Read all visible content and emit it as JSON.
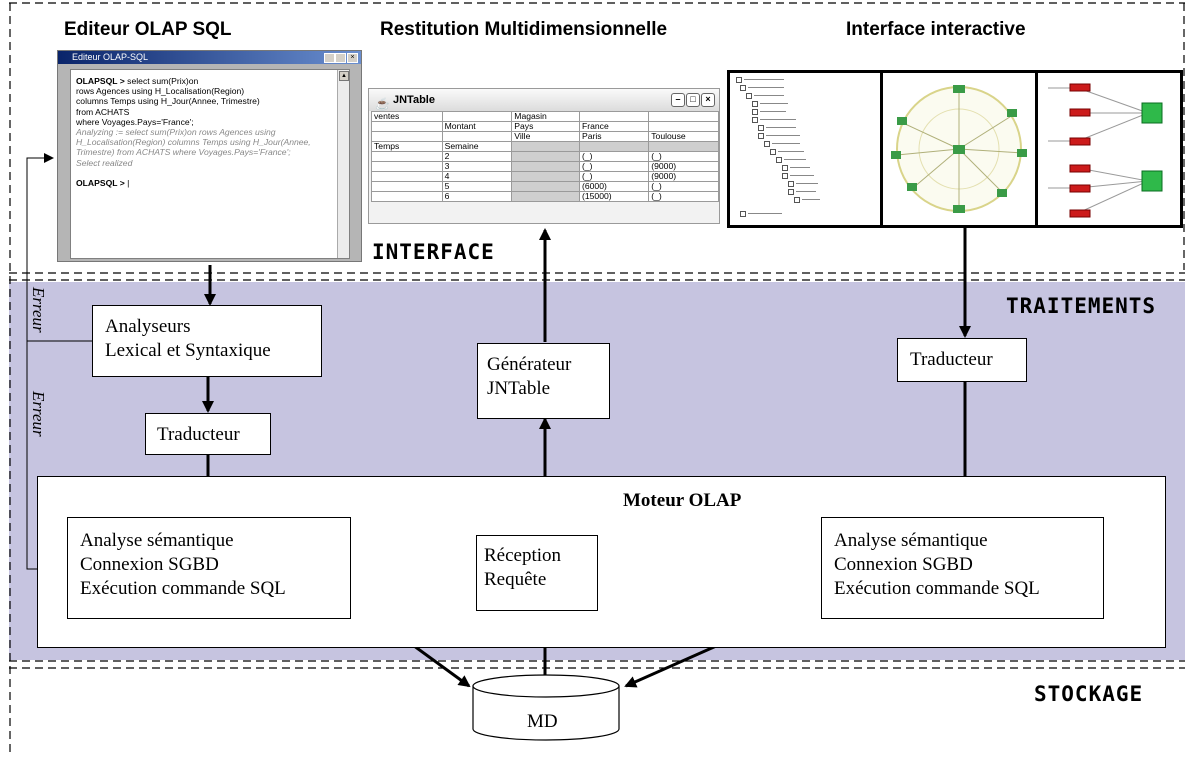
{
  "headers": {
    "sql_editor": "Editeur OLAP SQL",
    "restitution": "Restitution Multidimensionnelle",
    "interactive": "Interface interactive"
  },
  "layers": {
    "interface": "INTERFACE",
    "traitements": "TRAITEMENTS",
    "stockage": "STOCKAGE"
  },
  "colors": {
    "traitements_band": "#c6c4e0",
    "stroke": "#000000",
    "editor_titlebar": "#0a246a",
    "jntable_gray": "#cfcfcf",
    "interactive_red": "#cc1b1b",
    "interactive_green": "#2fb94a"
  },
  "sql_editor_window": {
    "title": "Editeur OLAP-SQL",
    "lines": [
      {
        "text": "OLAPSQL > select sum(Prix)on",
        "style": "prompt"
      },
      {
        "text": "  rows Agences using H_Localisation(Region)",
        "style": "normal"
      },
      {
        "text": "    columns Temps using H_Jour(Annee, Trimestre)",
        "style": "normal"
      },
      {
        "text": "from ACHATS",
        "style": "normal"
      },
      {
        "text": "where Voyages.Pays='France';",
        "style": "normal"
      },
      {
        "text": "Analyzing := select sum(Prix)on  rows Agences using",
        "style": "gray"
      },
      {
        "text": "H_Localisation(Region)    columns Temps using H_Jour(Annee,",
        "style": "gray"
      },
      {
        "text": "Trimestre) from ACHATS where Voyages.Pays='France';",
        "style": "gray"
      },
      {
        "text": "Select realized",
        "style": "gray"
      },
      {
        "text": "",
        "style": "normal"
      },
      {
        "text": "OLAPSQL > |",
        "style": "prompt"
      }
    ]
  },
  "jntable_window": {
    "title": "JNTable",
    "rows": [
      [
        "ventes",
        "",
        "Magasin",
        "",
        ""
      ],
      [
        "",
        "Montant",
        "Pays",
        "France",
        ""
      ],
      [
        "",
        "",
        "Ville",
        "Paris",
        "Toulouse"
      ],
      [
        "Temps",
        "Semaine",
        "",
        "",
        ""
      ],
      [
        "",
        "2",
        "",
        "(_)",
        "(_)"
      ],
      [
        "",
        "3",
        "",
        "(_)",
        "(9000)"
      ],
      [
        "",
        "4",
        "",
        "(_)",
        "(9000)"
      ],
      [
        "",
        "5",
        "",
        "(6000)",
        "(_)"
      ],
      [
        "",
        "6",
        "",
        "(15000)",
        "(_)"
      ]
    ]
  },
  "boxes": {
    "analyseurs": [
      "Analyseurs",
      "Lexical et Syntaxique"
    ],
    "traducteur_left": [
      "Traducteur"
    ],
    "generateur": [
      "Générateur",
      "JNTable"
    ],
    "traducteur_right": [
      "Traducteur"
    ],
    "moteur": "Moteur OLAP",
    "analyse_left": [
      "Analyse sémantique",
      "Connexion SGBD",
      "Exécution commande SQL"
    ],
    "reception": [
      "Réception",
      "Requête"
    ],
    "analyse_right": [
      "Analyse sémantique",
      "Connexion SGBD",
      "Exécution commande SQL"
    ],
    "md": "MD"
  },
  "erreur_labels": [
    "Erreur",
    "Erreur"
  ]
}
